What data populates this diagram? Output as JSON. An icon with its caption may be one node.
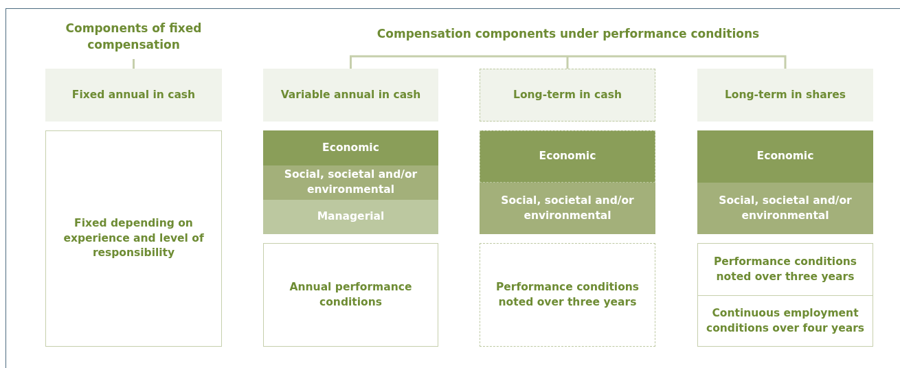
{
  "diagram": {
    "nodes": [
      {
        "text": [
          "Components of fixed compensation"
        ]
      },
      {
        "text": [
          "Compensation components under performance conditions"
        ]
      },
      {
        "text": [
          "Fixed annual in cash"
        ]
      },
      {
        "text": [
          "Variable annual in cash"
        ]
      },
      {
        "text": [
          "Long-term in cash"
        ]
      },
      {
        "text": [
          "Long-term in shares"
        ]
      },
      {
        "text": [
          "Fixed depending on experience and level of responsibility"
        ]
      },
      {
        "text": [
          "Economic"
        ]
      },
      {
        "text": [
          "Social, societal and/or environmental"
        ]
      },
      {
        "text": [
          "Managerial"
        ]
      },
      {
        "text": [
          "Economic"
        ]
      },
      {
        "text": [
          "Social, societal and/or environmental"
        ]
      },
      {
        "text": [
          "Economic"
        ]
      },
      {
        "text": [
          "Social, societal and/or environmental"
        ]
      },
      {
        "text": [
          "Annual performance conditions"
        ]
      },
      {
        "text": [
          "Performance conditions noted over three years"
        ]
      },
      {
        "text": [
          "Performance conditions noted over three years"
        ]
      },
      {
        "text": [
          "Continuous employment conditions over four years"
        ]
      }
    ],
    "edges": [
      {
        "from": 0,
        "to": 2,
        "arrow": "none"
      },
      {
        "from": 1,
        "to": 3,
        "arrow": "none"
      },
      {
        "from": 1,
        "to": 4,
        "arrow": "none"
      },
      {
        "from": 1,
        "to": 5,
        "arrow": "none"
      }
    ]
  }
}
